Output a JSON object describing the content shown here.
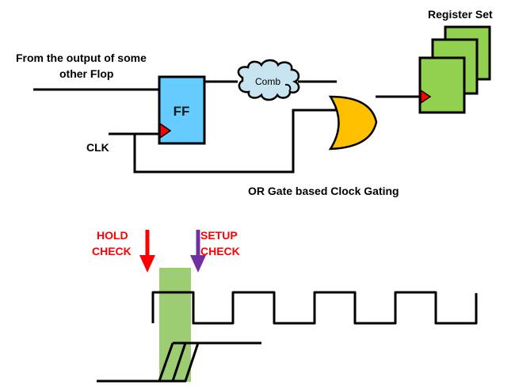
{
  "circuit": {
    "input_label_line1": "From the output of some",
    "input_label_line2": "other Flop",
    "clk_label": "CLK",
    "flop_label": "FF",
    "comb_label": "Comb",
    "register_set_label": "Register Set",
    "caption": "OR Gate based Clock Gating"
  },
  "timing": {
    "hold_label_line1": "HOLD",
    "hold_label_line2": "CHECK",
    "setup_label_line1": "SETUP",
    "setup_label_line2": "CHECK",
    "clock_cycles_shown": 4,
    "data_transitions_shown": 3
  },
  "colors": {
    "flop_fill": "#66CCFF",
    "clock_marker": "#FF0000",
    "comb_fill": "#C8E4F0",
    "or_gate_fill": "#FFC000",
    "register_fill": "#92D050",
    "hold_color": "#FF0000",
    "setup_color": "#7030A0",
    "window_fill": "#92C864",
    "wire": "#000000"
  }
}
